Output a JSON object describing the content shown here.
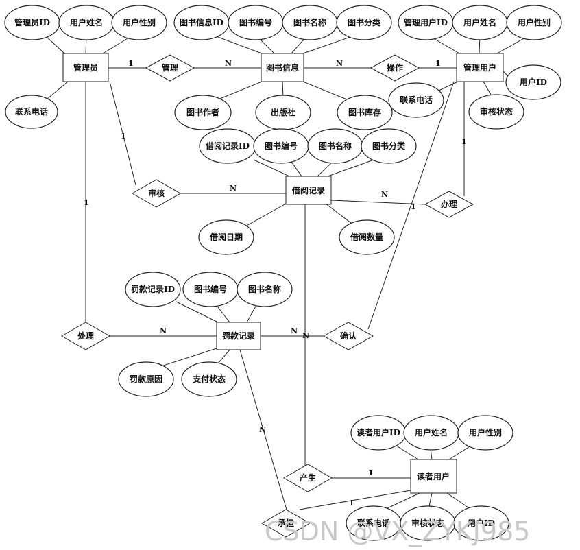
{
  "entities": {
    "admin": "管理员",
    "book_info": "图书信息",
    "manager_user": "管理用户",
    "borrow_record": "借阅记录",
    "fine_record": "罚款记录",
    "reader_user": "读者用户"
  },
  "relationships": {
    "manage": "管理",
    "operate": "操作",
    "review": "审核",
    "handle_borrow": "办理",
    "process": "处理",
    "confirm": "确认",
    "generate": "产生",
    "bear": "承担"
  },
  "attributes": {
    "admin_id": "管理员ID",
    "admin_name": "用户姓名",
    "admin_gender": "用户性别",
    "admin_phone": "联系电话",
    "book_info_id": "图书信息ID",
    "book_no": "图书编号",
    "book_name": "图书名称",
    "book_category": "图书分类",
    "book_author": "图书作者",
    "publisher": "出版社",
    "book_stock": "图书库存",
    "mgr_user_id": "管理用户ID",
    "mgr_user_name": "用户姓名",
    "mgr_user_gender": "用户性别",
    "mgr_user_phone": "联系电话",
    "mgr_audit_status": "审核状态",
    "mgr_user_id2": "用户ID",
    "borrow_id": "借阅记录ID",
    "borrow_book_no": "图书编号",
    "borrow_book_name": "图书名称",
    "borrow_book_category": "图书分类",
    "borrow_date": "借阅日期",
    "borrow_qty": "借阅数量",
    "fine_id": "罚款记录ID",
    "fine_book_no": "图书编号",
    "fine_book_name": "图书名称",
    "fine_reason": "罚款原因",
    "pay_status": "支付状态",
    "reader_id": "读者用户ID",
    "reader_name": "用户姓名",
    "reader_gender": "用户性别",
    "reader_phone": "联系电话",
    "reader_audit": "审核状态",
    "reader_user_id": "用户ID"
  },
  "cardinalities": {
    "admin_manage": "1",
    "manage_book": "N",
    "book_operate": "N",
    "operate_mgr": "1",
    "admin_review": "1",
    "review_borrow": "N",
    "borrow_handle": "N",
    "mgr_handle": "1",
    "mgr_confirm": "1",
    "admin_process": "1",
    "process_fine": "N",
    "fine_confirm": "N",
    "generate_confirm": "N",
    "reader_generate": "1",
    "reader_bear": "1",
    "fine_bear": "N"
  },
  "watermark": "CSDN @VX_ZYKJ985"
}
